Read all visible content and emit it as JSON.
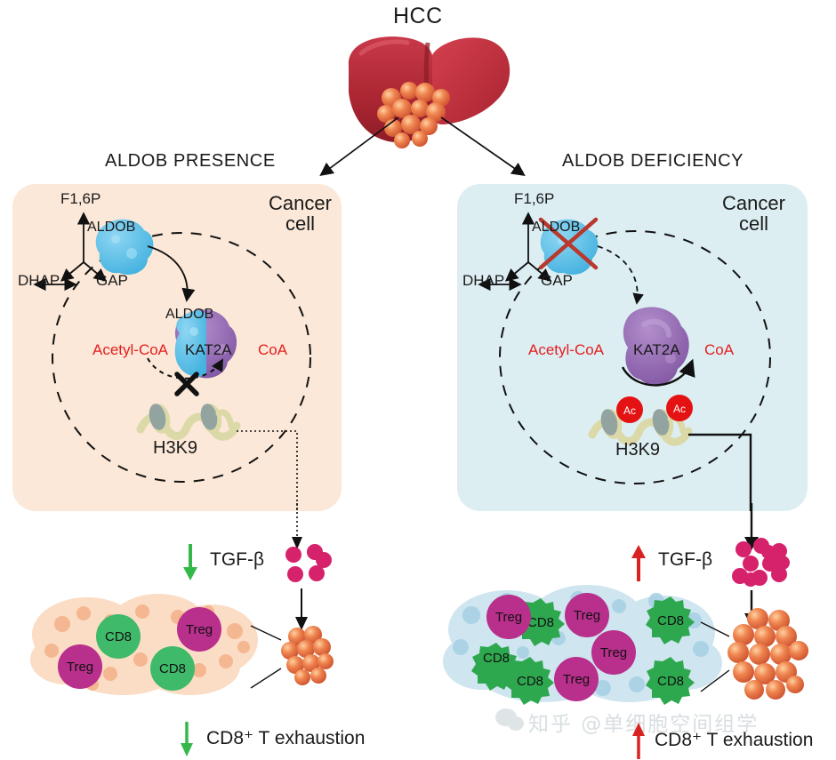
{
  "figure": {
    "title": "HCC",
    "organ_icon": "liver-with-tumor-icon"
  },
  "panels": [
    {
      "id": "left",
      "title": "ALDOB PRESENCE",
      "fill": "#fbe8d8",
      "cell_label_line1": "Cancer",
      "cell_label_line2": "cell",
      "metabolism": {
        "top": "F1,6P",
        "left": "DHAP",
        "right": "GAP",
        "enzyme": "ALDOB"
      },
      "nucleus": {
        "enzyme_in": "ALDOB",
        "acetyltransferase": "KAT2A",
        "substrate": "Acetyl-CoA",
        "product": "CoA",
        "histone": "H3K9",
        "blocked": true,
        "block_marker": "X",
        "acetyl_marks": []
      },
      "signal": {
        "label": "TGF-β",
        "direction": "down",
        "arrow_color": "#35b84a",
        "dot_count": 4
      },
      "tme": {
        "fill": "#fbdcc4",
        "cells": [
          {
            "label": "CD8",
            "type": "round",
            "color": "#3fba6a"
          },
          {
            "label": "Treg",
            "type": "round",
            "color": "#b82f8c"
          },
          {
            "label": "Treg",
            "type": "round",
            "color": "#b82f8c"
          },
          {
            "label": "CD8",
            "type": "round",
            "color": "#3fba6a"
          }
        ]
      },
      "tumor": {
        "size": "small",
        "cell_count": 13
      },
      "outcome": {
        "label": "CD8⁺ T exhaustion",
        "direction": "down",
        "arrow_color": "#35b84a"
      }
    },
    {
      "id": "right",
      "title": "ALDOB DEFICIENCY",
      "fill": "#ddeef3",
      "cell_label_line1": "Cancer",
      "cell_label_line2": "cell",
      "metabolism": {
        "top": "F1,6P",
        "left": "DHAP",
        "right": "GAP",
        "enzyme": "ALDOB",
        "enzyme_crossed_out": true,
        "cross_color": "#c0392b"
      },
      "nucleus": {
        "enzyme_in": "",
        "acetyltransferase": "KAT2A",
        "substrate": "Acetyl-CoA",
        "product": "CoA",
        "histone": "H3K9",
        "blocked": false,
        "block_marker": "",
        "acetyl_marks": [
          "Ac",
          "Ac"
        ]
      },
      "signal": {
        "label": "TGF-β",
        "direction": "up",
        "arrow_color": "#d92323",
        "dot_count": 11
      },
      "tme": {
        "fill": "#cfe5ef",
        "cells": [
          {
            "label": "Treg",
            "type": "round",
            "color": "#b82f8c"
          },
          {
            "label": "CD8",
            "type": "spiky",
            "color": "#2ea84f"
          },
          {
            "label": "Treg",
            "type": "round",
            "color": "#b82f8c"
          },
          {
            "label": "CD8",
            "type": "spiky",
            "color": "#2ea84f"
          },
          {
            "label": "CD8",
            "type": "spiky",
            "color": "#2ea84f"
          },
          {
            "label": "Treg",
            "type": "round",
            "color": "#b82f8c"
          },
          {
            "label": "CD8",
            "type": "spiky",
            "color": "#2ea84f"
          },
          {
            "label": "Treg",
            "type": "round",
            "color": "#b82f8c"
          },
          {
            "label": "CD8",
            "type": "spiky",
            "color": "#2ea84f"
          }
        ]
      },
      "tumor": {
        "size": "large",
        "cell_count": 18
      },
      "outcome": {
        "label": "CD8⁺ T exhaustion",
        "direction": "up",
        "arrow_color": "#d92323"
      }
    }
  ],
  "watermark": {
    "text": "知乎 @单细胞空间组学",
    "icon": "chat-bubbles-icon"
  },
  "colors": {
    "aldob_blue": "#5bc0e8",
    "kat2a_purple": "#9b74b8",
    "coa_red": "#e22020",
    "tgf_dot": "#d6216b",
    "histone_dna": "#dcd9a8",
    "histone_core": "#9aa6a3",
    "ac_red": "#e41212",
    "liver_red": "#c0392b",
    "tumor_orange": "#e0603c"
  }
}
